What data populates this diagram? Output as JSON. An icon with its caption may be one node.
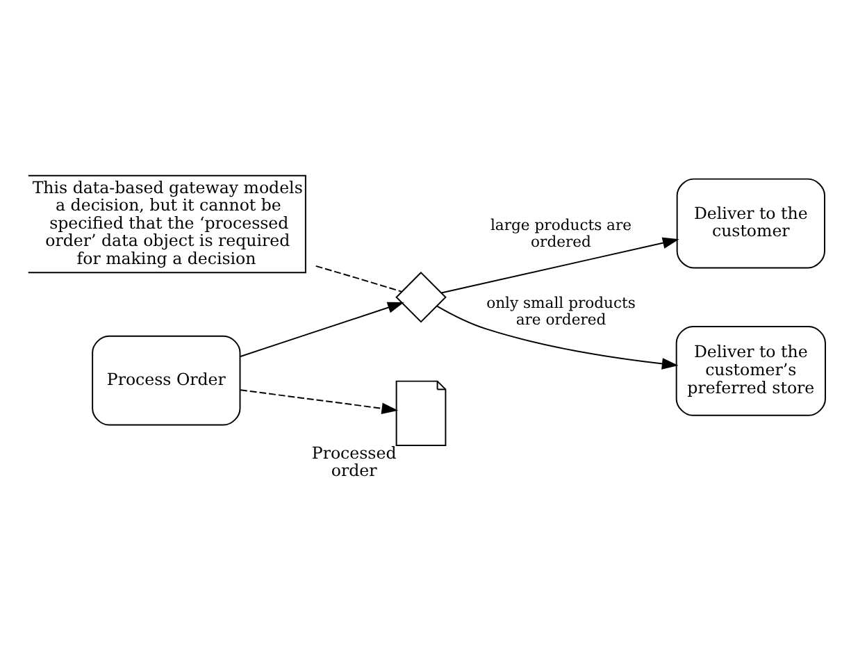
{
  "diagram": {
    "nodes": [
      {
        "text": [
          "This data-based gateway models a decision, but it cannot be specified that the ‘processed order’ data object is required for making a decision"
        ]
      },
      {
        "text": [
          "Process Order"
        ]
      },
      {
        "text": [],
        "shape": "diamond"
      },
      {
        "text": [
          "Deliver to the customer"
        ]
      },
      {
        "text": [
          "Deliver to the customer’s preferred store"
        ]
      },
      {
        "text": [
          "Processed order"
        ]
      }
    ],
    "edges": [
      {
        "from": 0,
        "to": 2,
        "arrow": "none",
        "style": "dashed"
      },
      {
        "from": 1,
        "to": 2,
        "arrow": "to"
      },
      {
        "from": 2,
        "to": 3,
        "arrow": "to",
        "label": "large products are ordered"
      },
      {
        "from": 2,
        "to": 4,
        "arrow": "to",
        "label": "only small products are ordered"
      },
      {
        "from": 1,
        "to": 5,
        "arrow": "to",
        "style": "dashed"
      }
    ]
  }
}
